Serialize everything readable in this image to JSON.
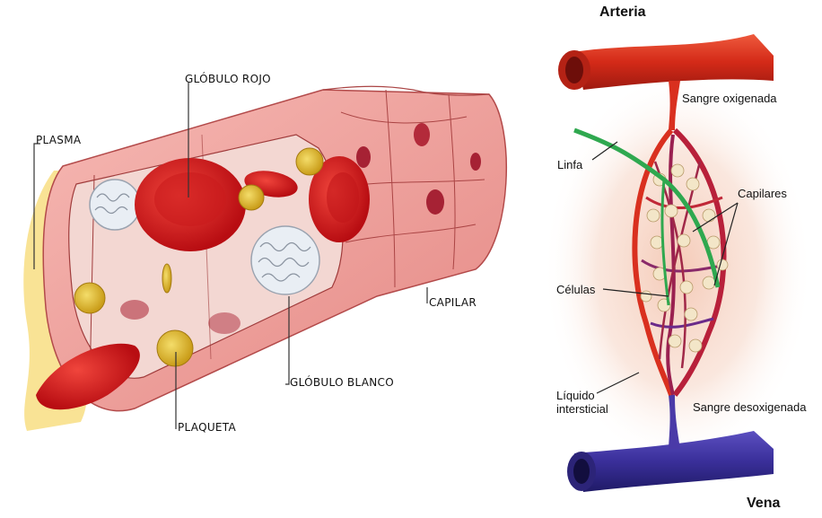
{
  "left_diagram": {
    "labels": {
      "plasma": "PLASMA",
      "red_cell": "GLÓBULO ROJO",
      "capillary": "CAPILAR",
      "white_cell": "GLÓBULO BLANCO",
      "platelet": "PLAQUETA"
    }
  },
  "right_diagram": {
    "labels": {
      "artery": "Arteria",
      "oxygenated": "Sangre oxigenada",
      "lymph": "Linfa",
      "capillaries": "Capilares",
      "cells": "Células",
      "interstitial_line1": "Líquido",
      "interstitial_line2": "intersticial",
      "deoxygenated": "Sangre desoxigenada",
      "vein": "Vena"
    }
  },
  "colors": {
    "vessel_wall": "#f2a7a5",
    "red_blood_cell": "#d8141b",
    "platelet": "#e8c33a",
    "white_blood_cell": "#e9eef4",
    "artery": "#d9301f",
    "vein": "#3a2f9a",
    "lymph": "#2fa84f",
    "tissue_glow": "#f6d2c4"
  }
}
